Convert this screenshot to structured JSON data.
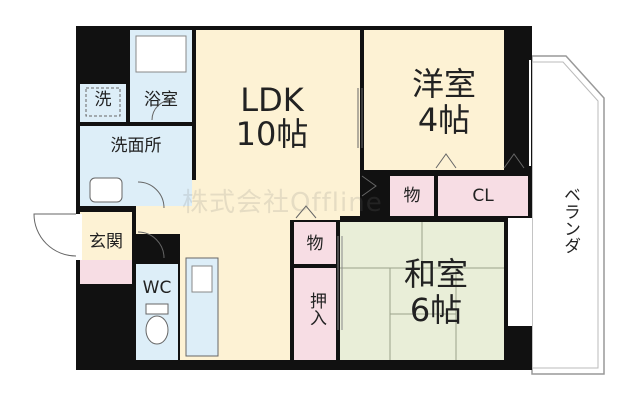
{
  "colors": {
    "wall": "#111111",
    "ldk_floor": "#fdf2d4",
    "yoshitsu_floor": "#fdf2d4",
    "washitsu_floor": "#e9eed8",
    "wet_area": "#ddeef8",
    "storage_pink": "#f7dde4",
    "genkan_pink": "#f7dde4",
    "balcony_outline": "#999999"
  },
  "rooms": {
    "ldk": {
      "name": "LDK",
      "size": "10帖"
    },
    "yoshitsu": {
      "name": "洋室",
      "size": "4帖"
    },
    "washitsu": {
      "name": "和室",
      "size": "6帖"
    },
    "sentaku": {
      "name": "洗"
    },
    "yokushitsu": {
      "name": "浴室"
    },
    "senmenjo": {
      "name": "洗面所"
    },
    "genkan": {
      "name": "玄関"
    },
    "wc": {
      "name": "WC"
    },
    "mono1": {
      "name": "物"
    },
    "mono2": {
      "name": "物"
    },
    "cl": {
      "name": "CL"
    },
    "oshiire": {
      "name": "押入"
    },
    "balcony": {
      "name": "ベランダ"
    }
  },
  "watermark": "株式会社Offline"
}
